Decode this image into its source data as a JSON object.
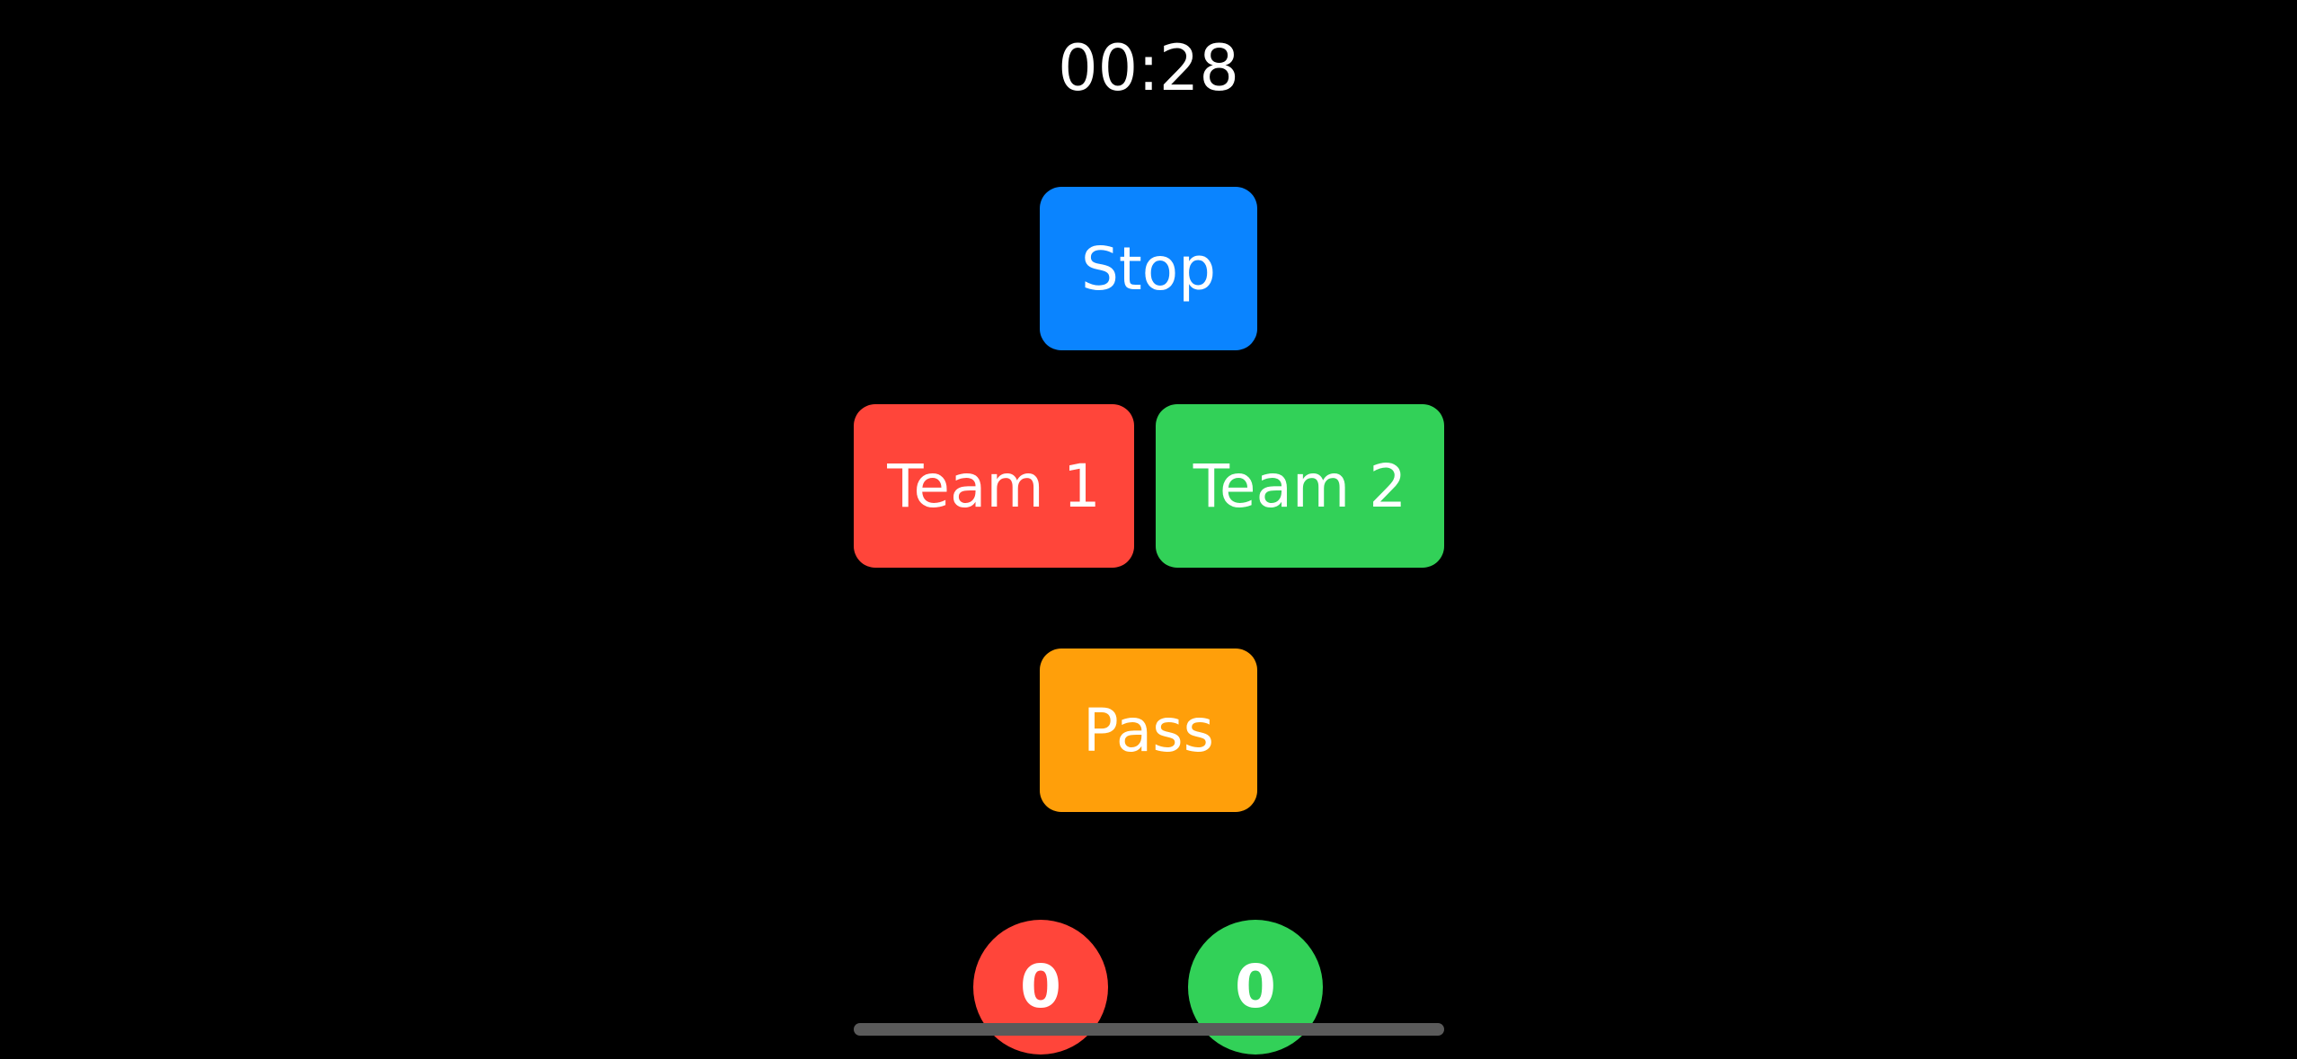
{
  "timer": {
    "text": "00:28"
  },
  "buttons": {
    "stop": {
      "label": "Stop",
      "color": "#0a84ff"
    },
    "team1": {
      "label": "Team 1",
      "color": "#ff453a"
    },
    "team2": {
      "label": "Team 2",
      "color": "#32d158"
    },
    "pass": {
      "label": "Pass",
      "color": "#ff9f0a"
    }
  },
  "scores": {
    "team1": {
      "value": "0",
      "color": "#ff453a"
    },
    "team2": {
      "value": "0",
      "color": "#32d158"
    }
  },
  "colors": {
    "background": "#000000",
    "text": "#ffffff",
    "home_indicator": "#5a5a5a"
  }
}
